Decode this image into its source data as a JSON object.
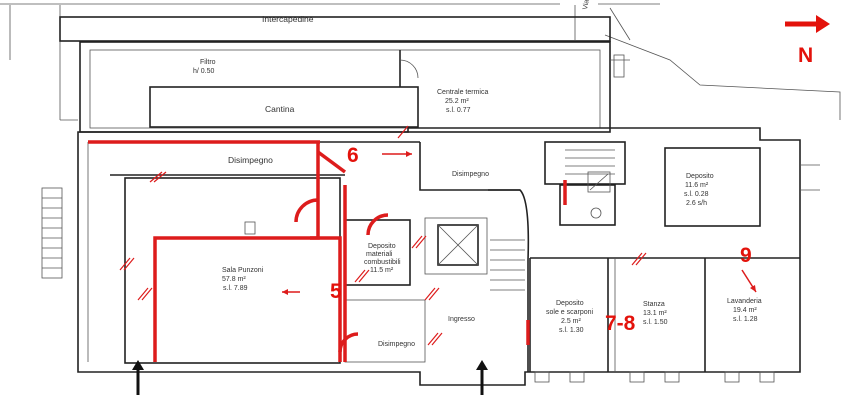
{
  "plan": {
    "labels": {
      "intercapedine": "Intercapedine",
      "filtro_name": "Filtro",
      "filtro_height": "h/ 0.50",
      "centrale_name": "Centrale termica",
      "centrale_area": "25.2 m²",
      "centrale_height": "s.l. 0.77",
      "cantina": "Cantina",
      "disimpegno_top": "Disimpegno",
      "disimpegno_right": "Disimpegno",
      "disimpegno_bottom": "Disimpegno",
      "sala_name": "Sala Punzoni",
      "sala_area": "57.8 m²",
      "sala_height": "s.l. 7.89",
      "deposito_mat_1": "Deposito",
      "deposito_mat_2": "materiali",
      "deposito_mat_3": "combustibili",
      "deposito_mat_area": "11.5 m²",
      "deposito_ne_name": "Deposito",
      "deposito_ne_area": "11.6 m²",
      "deposito_ne_height": "s.l. 0.28",
      "deposito_ne_h2": "2.6 s/h",
      "ingresso": "Ingresso",
      "deposito_sc_1": "Deposito",
      "deposito_sc_2": "sole e scarponi",
      "deposito_sc_area": "2.5 m²",
      "deposito_sc_height": "s.l. 1.30",
      "stanza_name": "Stanza",
      "stanza_area": "13.1 m²",
      "stanza_height": "s.l. 1.50",
      "lavanderia_name": "Lavanderia",
      "lavanderia_area": "19.4 m²",
      "lavanderia_height": "s.l. 1.28",
      "street_partial": "Via"
    },
    "annotations": {
      "n5": "5",
      "n6": "6",
      "n78": "7-8",
      "n9": "9"
    },
    "compass": {
      "letter": "N",
      "color": "#e3120b"
    },
    "colors": {
      "highlight": "#dd1c1c",
      "walls": "#222222",
      "background": "#ffffff"
    }
  }
}
